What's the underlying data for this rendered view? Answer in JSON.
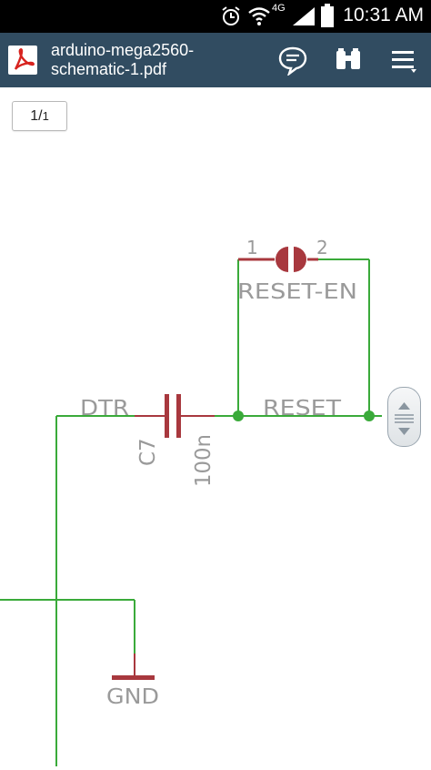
{
  "status_bar": {
    "time": "10:31 AM",
    "network": "4G",
    "icons": [
      "alarm-icon",
      "wifi-icon",
      "signal-icon",
      "battery-icon"
    ]
  },
  "app_bar": {
    "title": "arduino-mega2560-schematic-1.pdf",
    "actions": [
      "comment-icon",
      "find-icon",
      "menu-icon"
    ]
  },
  "page_indicator": {
    "current": "1",
    "total": "1"
  },
  "schematic": {
    "labels": {
      "reset_en": "RESET-EN",
      "pin1": "1",
      "pin2": "2",
      "dtr": "DTR",
      "reset": "RESET",
      "c7": "C7",
      "c7_value": "100n",
      "gnd": "GND"
    }
  },
  "colors": {
    "app_bar": "#314c61",
    "wire": "#3aaa3a",
    "component": "#a8383e",
    "label": "#9a9a9a"
  }
}
